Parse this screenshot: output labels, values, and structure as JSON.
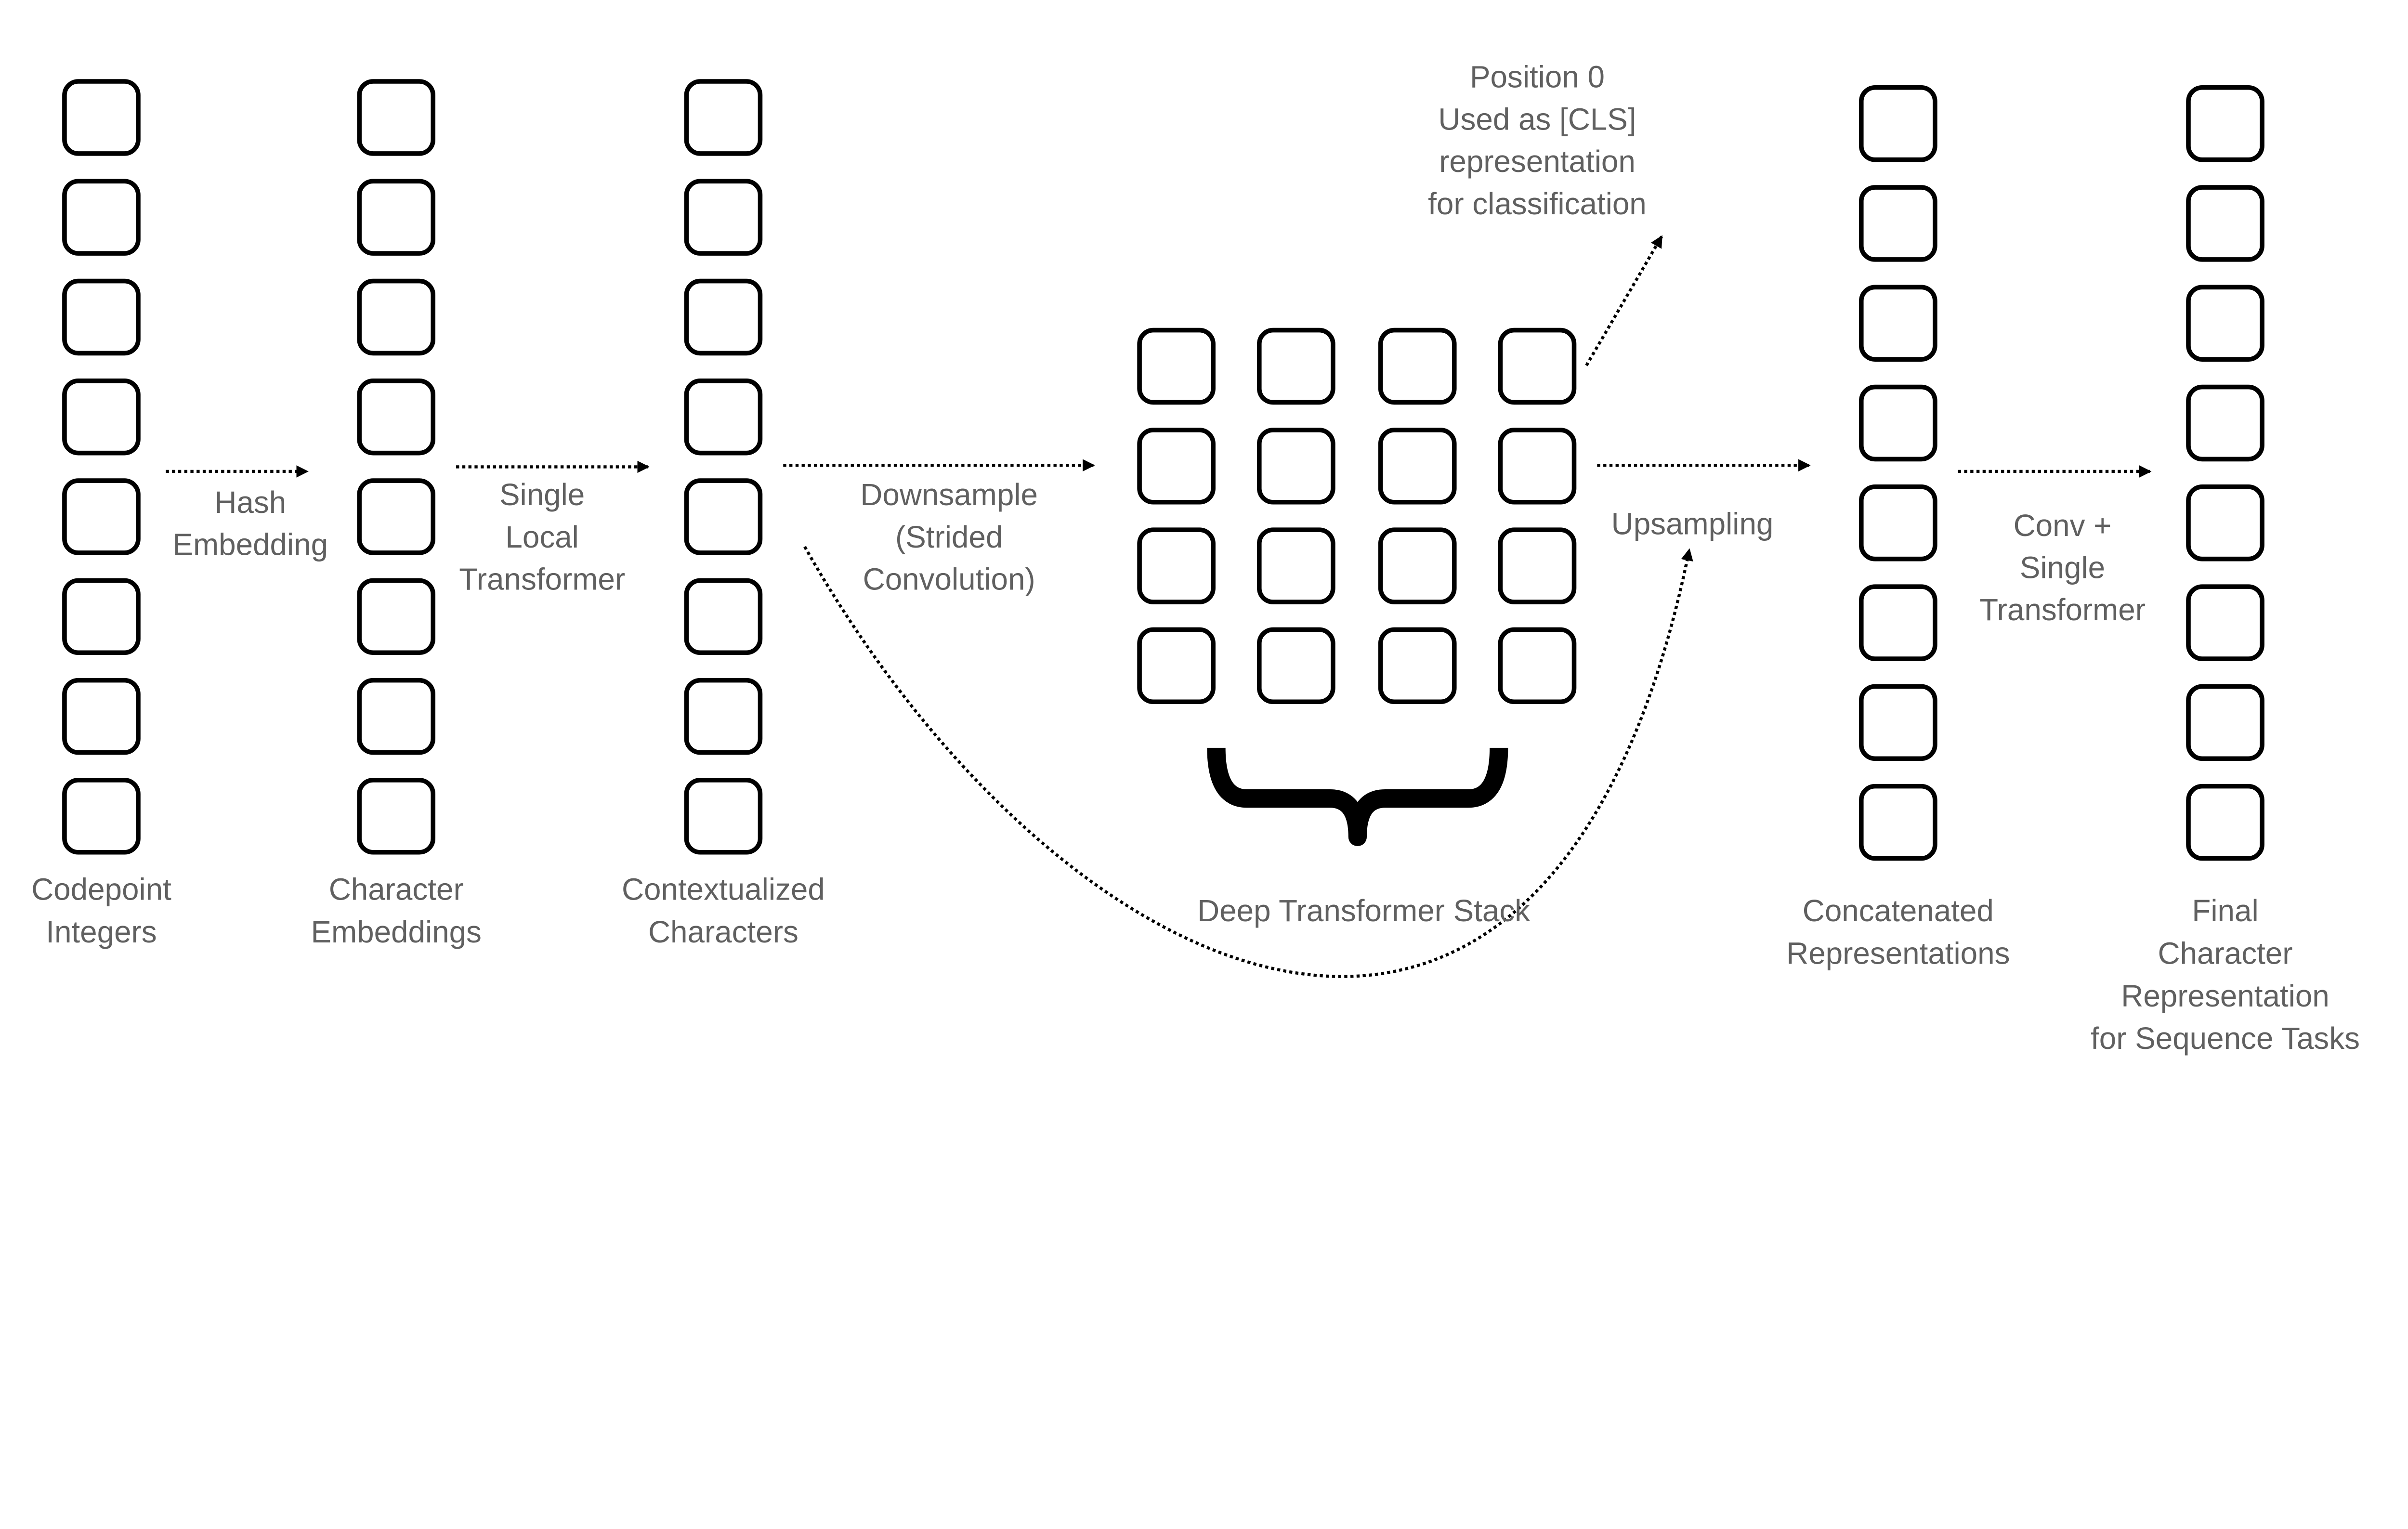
{
  "colors": {
    "text": "#606060",
    "stroke": "#000000",
    "background": "#ffffff"
  },
  "columns": [
    {
      "id": "codepoints",
      "label": [
        "Codepoint",
        "Integers"
      ],
      "cells": 8
    },
    {
      "id": "char-embeddings",
      "label": [
        "Character",
        "Embeddings"
      ],
      "cells": 8
    },
    {
      "id": "contextualized",
      "label": [
        "Contextualized",
        "Characters"
      ],
      "cells": 8
    },
    {
      "id": "concatenated",
      "label": [
        "Concatenated",
        "Representations"
      ],
      "cells": 8
    },
    {
      "id": "final",
      "label": [
        "Final",
        "Character",
        "Representation",
        "for Sequence Tasks"
      ],
      "cells": 8
    }
  ],
  "deep_stack": {
    "label": "Deep Transformer Stack",
    "rows": 4,
    "cols": 4
  },
  "arrows": [
    {
      "id": "hash-embedding",
      "label": [
        "Hash",
        "Embedding"
      ]
    },
    {
      "id": "single-local-transformer",
      "label": [
        "Single",
        "Local",
        "Transformer"
      ]
    },
    {
      "id": "downsample",
      "label": [
        "Downsample",
        "(Strided",
        "Convolution)"
      ]
    },
    {
      "id": "upsampling",
      "label": [
        "Upsampling"
      ]
    },
    {
      "id": "conv-single-transformer",
      "label": [
        "Conv +",
        "Single",
        "Transformer"
      ]
    }
  ],
  "cls_note": [
    "Position 0",
    "Used as [CLS]",
    "representation",
    "for classification"
  ]
}
